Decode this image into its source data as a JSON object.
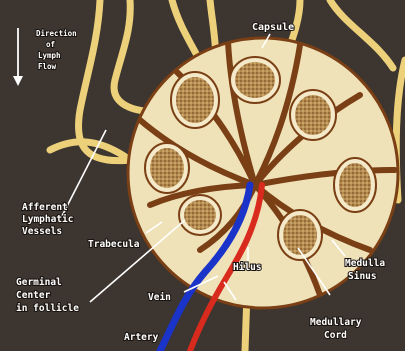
{
  "diagram": {
    "colors": {
      "background": "#3d3530",
      "node_fill": "#efe1b8",
      "trabecula": "#7a3f14",
      "follicle": "#b58a4f",
      "vessel": "#ecd07a",
      "vein": "#1a33c9",
      "artery": "#d92a1e",
      "label": "#ffffff"
    },
    "icons": [
      "down-arrow-icon"
    ],
    "labels": {
      "direction_line1": "Direction",
      "direction_line2": "of",
      "direction_line3": "Lymph",
      "direction_line4": "Flow",
      "capsule": "Capsule",
      "afferent_line1": "Afferent",
      "afferent_line2": "Lymphatic",
      "afferent_line3": "Vessels",
      "trabecula": "Trabecula",
      "germinal_line1": "Germinal",
      "germinal_line2": "Center",
      "germinal_line3": "in follicle",
      "vein": "Vein",
      "artery": "Artery",
      "hilus": "Hilus",
      "medulla_line1": "Medulla",
      "medulla_line2": "Sinus",
      "medullary_line1": "Medullary",
      "medullary_line2": "Cord"
    }
  }
}
